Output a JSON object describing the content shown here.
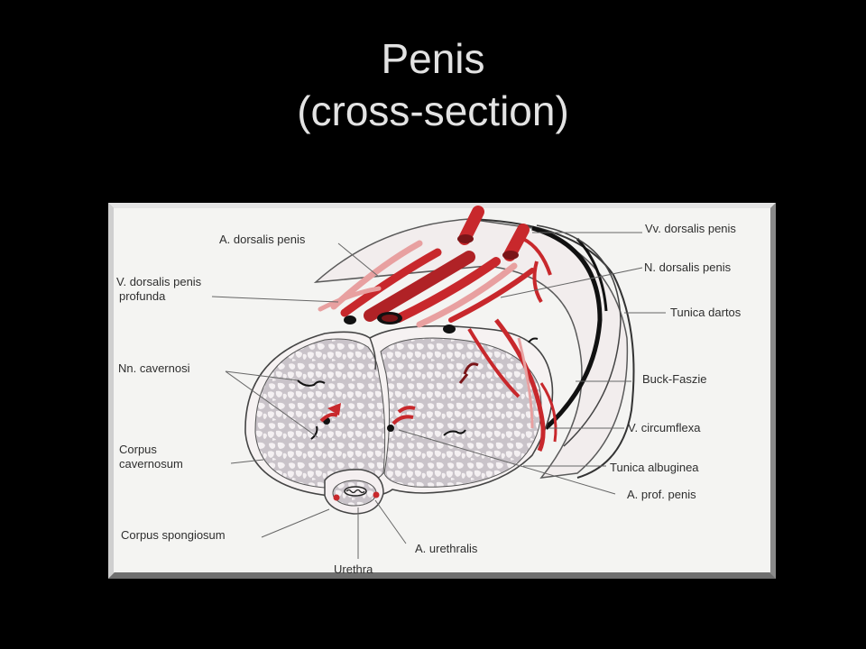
{
  "slide": {
    "title_line1": "Penis",
    "title_line2": "(cross-section)"
  },
  "figure": {
    "labels": {
      "a_dorsalis_penis": "A. dorsalis penis",
      "v_dorsalis_profunda_1": "V. dorsalis penis",
      "v_dorsalis_profunda_2": "profunda",
      "nn_cavernosi": "Nn. cavernosi",
      "corpus_cavernosum_1": "Corpus",
      "corpus_cavernosum_2": "cavernosum",
      "corpus_spongiosum": "Corpus spongiosum",
      "urethra": "Urethra",
      "a_urethralis": "A. urethralis",
      "vv_dorsalis_penis": "Vv. dorsalis penis",
      "n_dorsalis_penis": "N. dorsalis penis",
      "tunica_dartos": "Tunica dartos",
      "buck_faszie": "Buck-Faszie",
      "v_circumflexa": "V. circumflexa",
      "tunica_albuginea": "Tunica albuginea",
      "a_prof_penis": "A. prof. penis"
    },
    "colors": {
      "artery_red": "#c8282c",
      "dark_red": "#7a1518",
      "vein_pink": "#e8a0a0",
      "tissue_bg": "#f3eef0",
      "trabecula": "#c6c0c6",
      "black_fascia": "#111111",
      "frame_light": "#d8d8d8",
      "frame_dark": "#8a8a8a"
    }
  }
}
